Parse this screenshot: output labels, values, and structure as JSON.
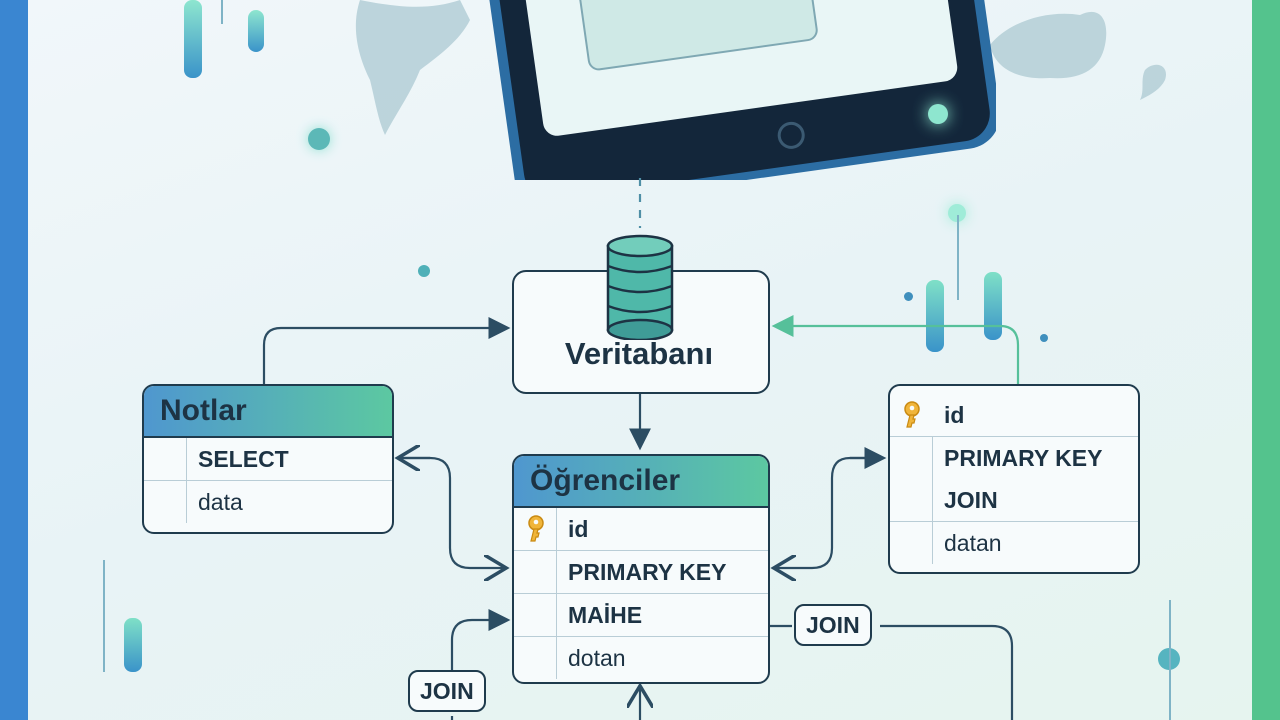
{
  "database": {
    "label": "Veritabanı",
    "icon": "database-icon"
  },
  "tables": {
    "notlar": {
      "title": "Notlar",
      "rows": [
        {
          "text": "SELECT",
          "bold": true
        },
        {
          "text": "data",
          "bold": false
        }
      ]
    },
    "ogrenciler": {
      "title": "Öğrenciler",
      "rows": [
        {
          "text": "id",
          "bold": true,
          "icon": "key-icon"
        },
        {
          "text": "PRIMARY KEY",
          "bold": true
        },
        {
          "text": "MAİHE",
          "bold": true
        },
        {
          "text": "dotan",
          "bold": false
        }
      ]
    },
    "right_table": {
      "rows": [
        {
          "text": "id",
          "bold": true,
          "icon": "key-icon"
        },
        {
          "text": "PRIMARY KEY",
          "bold": true
        },
        {
          "text": "JOIN",
          "bold": true
        },
        {
          "text": "datan",
          "bold": false
        }
      ]
    }
  },
  "join_labels": {
    "right": "JOIN",
    "bottom_left": "JOIN"
  },
  "colors": {
    "border": "#1f3b4d",
    "header_gradient_start": "#4f97cf",
    "header_gradient_end": "#5cc8a1",
    "accent_green": "#54c38d",
    "accent_blue": "#3a86d1"
  }
}
